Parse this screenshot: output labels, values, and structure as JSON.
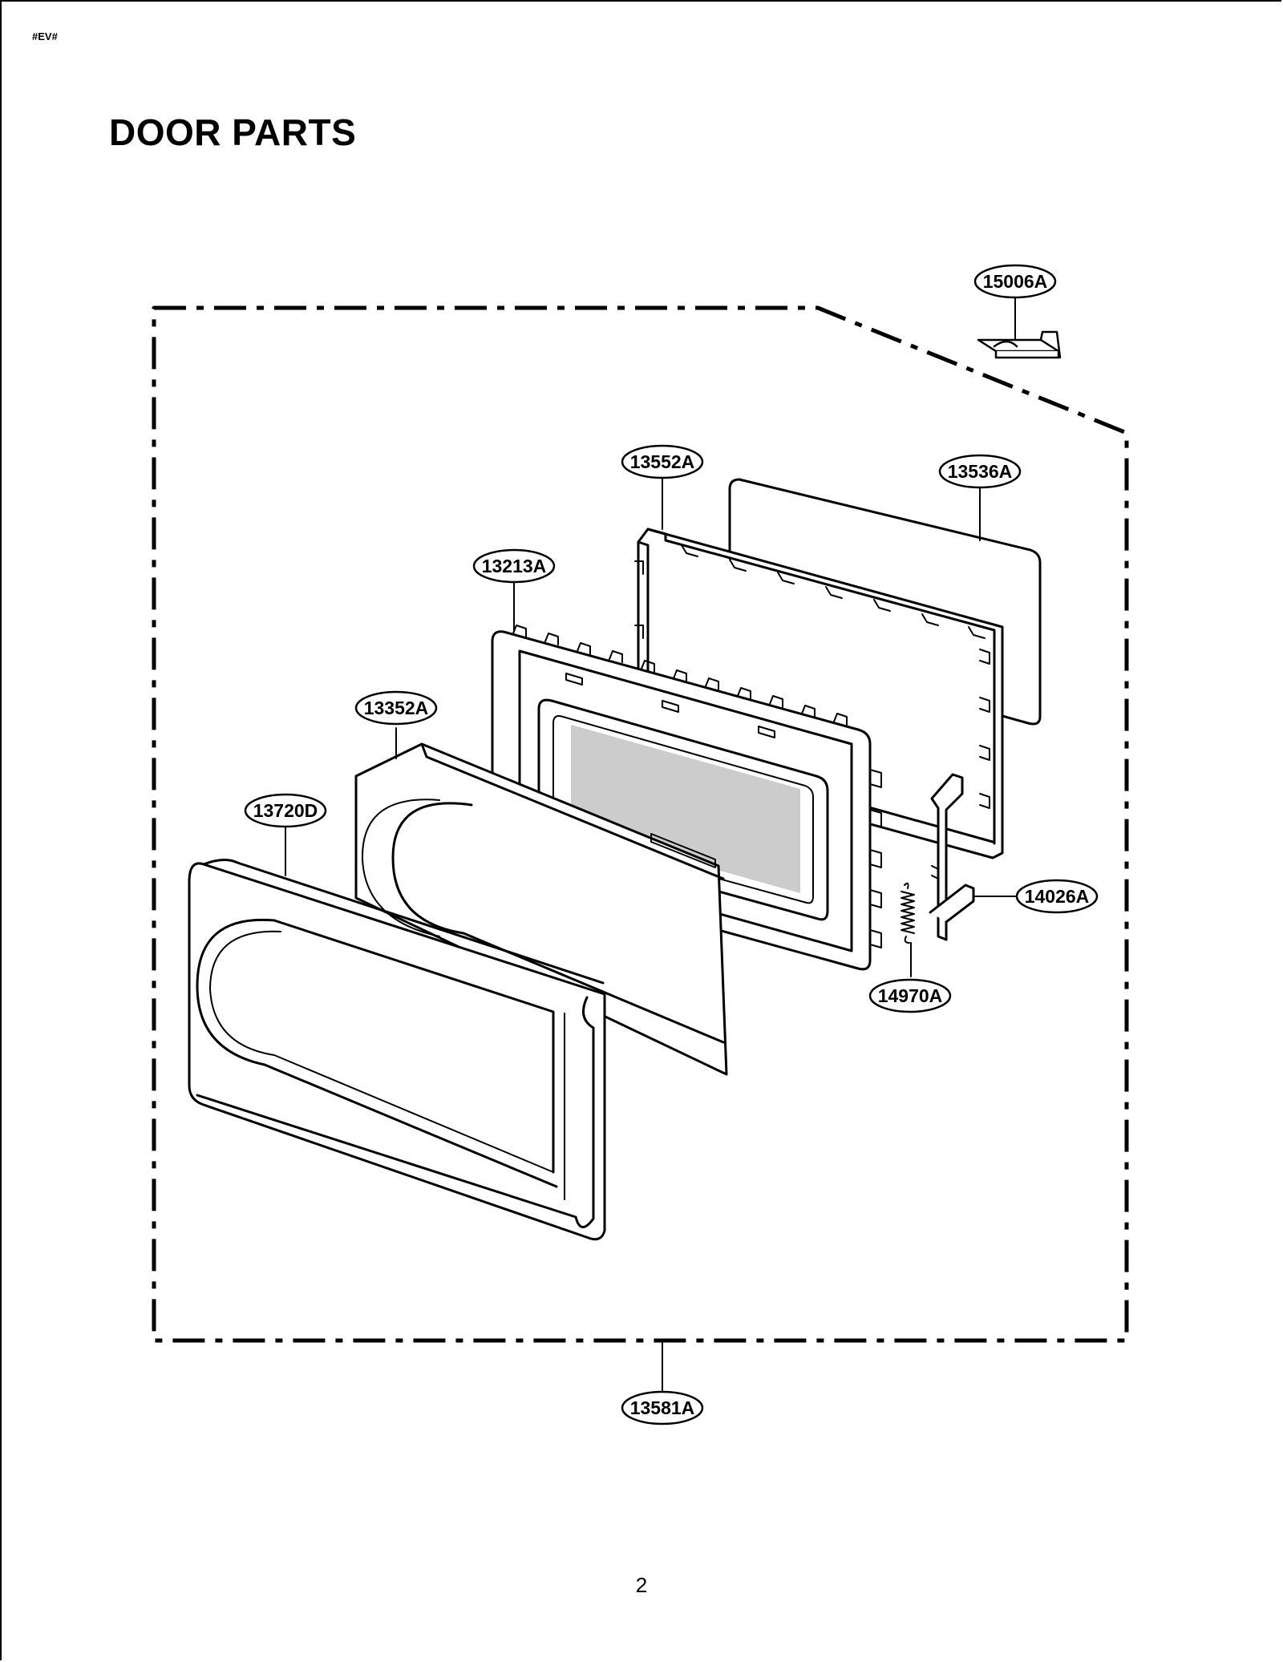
{
  "header": {
    "code": "#EV#",
    "title": "DOOR PARTS"
  },
  "parts": [
    {
      "id": "part-15006a",
      "label": "15006A",
      "description_icon": "door-latch-hook"
    },
    {
      "id": "part-13552a",
      "label": "13552A",
      "description_icon": "door-frame"
    },
    {
      "id": "part-13536a",
      "label": "13536A",
      "description_icon": "door-panel"
    },
    {
      "id": "part-13213a",
      "label": "13213A",
      "description_icon": "door-inner-frame"
    },
    {
      "id": "part-13352a",
      "label": "13352A",
      "description_icon": "door-choke-cover"
    },
    {
      "id": "part-13720d",
      "label": "13720D",
      "description_icon": "door-front-cover"
    },
    {
      "id": "part-14026a",
      "label": "14026A",
      "description_icon": "latch-lever"
    },
    {
      "id": "part-14970a",
      "label": "14970A",
      "description_icon": "spring"
    },
    {
      "id": "part-13581a",
      "label": "13581A",
      "description_icon": "door-assembly"
    }
  ],
  "footer": {
    "page_number": "2"
  }
}
